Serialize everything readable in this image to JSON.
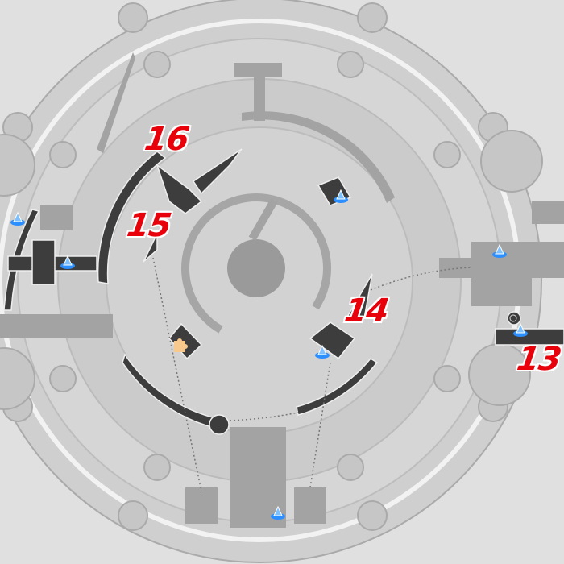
{
  "map": {
    "area_labels": [
      "13",
      "14",
      "15",
      "16"
    ],
    "icons": {
      "teleport": "space-anchor-icon",
      "puzzle": "puzzle-piece-icon",
      "waypoint": "arrow-waypoint-icon"
    },
    "colors": {
      "background": "#e0e0e0",
      "explorable": "#3c3c3c",
      "unexplored": "#9a9a9a",
      "label": "#e8000b",
      "teleport": "#2b8fff",
      "puzzle": "#f7c98c"
    }
  }
}
